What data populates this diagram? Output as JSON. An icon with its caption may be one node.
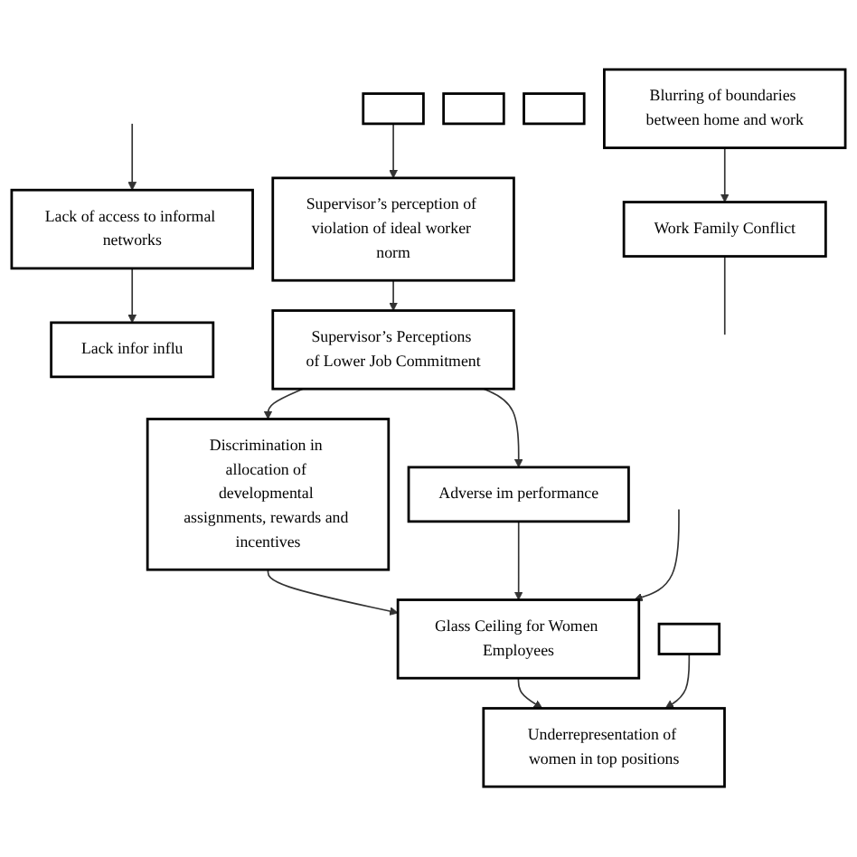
{
  "diagram": {
    "nodes": [
      {
        "text": [
          "Lack of access to informal networks"
        ]
      },
      {
        "text": [
          "Lack infor influ"
        ]
      },
      {
        "text": [
          "Blurring of boundaries between home and work"
        ]
      },
      {
        "text": [
          "Work Family Conflict"
        ]
      },
      {
        "text": [],
        "shape": "box"
      },
      {
        "text": [
          "Supervisor’s perception of violation of ideal worker norm"
        ]
      },
      {
        "text": [
          "Supervisor’s Perceptions of Lower Job Commitment"
        ]
      },
      {
        "text": [],
        "shape": "box"
      },
      {
        "text": [
          "Discrimination in allocation of developmental assignments, rewards and incentives"
        ]
      },
      {
        "text": [
          "Adverse im performance"
        ]
      },
      {
        "text": [],
        "shape": "box"
      },
      {
        "text": [
          "Glass Ceiling for Women Employees"
        ]
      },
      {
        "text": [],
        "shape": "box"
      },
      {
        "text": [
          "Underrepresentation of women in top positions"
        ]
      }
    ],
    "edges": [
      {
        "from": null,
        "to": 0,
        "arrow": "to"
      },
      {
        "from": 0,
        "to": 1,
        "arrow": "to"
      },
      {
        "from": 2,
        "to": 3,
        "arrow": "to"
      },
      {
        "from": 3,
        "to": null,
        "arrow": "none"
      },
      {
        "from": 4,
        "to": 5,
        "arrow": "to"
      },
      {
        "from": 5,
        "to": 6,
        "arrow": "to"
      },
      {
        "from": 6,
        "to": 8,
        "arrow": "to"
      },
      {
        "from": 6,
        "to": 9,
        "arrow": "to"
      },
      {
        "from": 8,
        "to": 11,
        "arrow": "to"
      },
      {
        "from": 9,
        "to": 11,
        "arrow": "to"
      },
      {
        "from": null,
        "to": 11,
        "arrow": "to"
      },
      {
        "from": 11,
        "to": 13,
        "arrow": "to"
      },
      {
        "from": 12,
        "to": 13,
        "arrow": "to"
      }
    ]
  }
}
